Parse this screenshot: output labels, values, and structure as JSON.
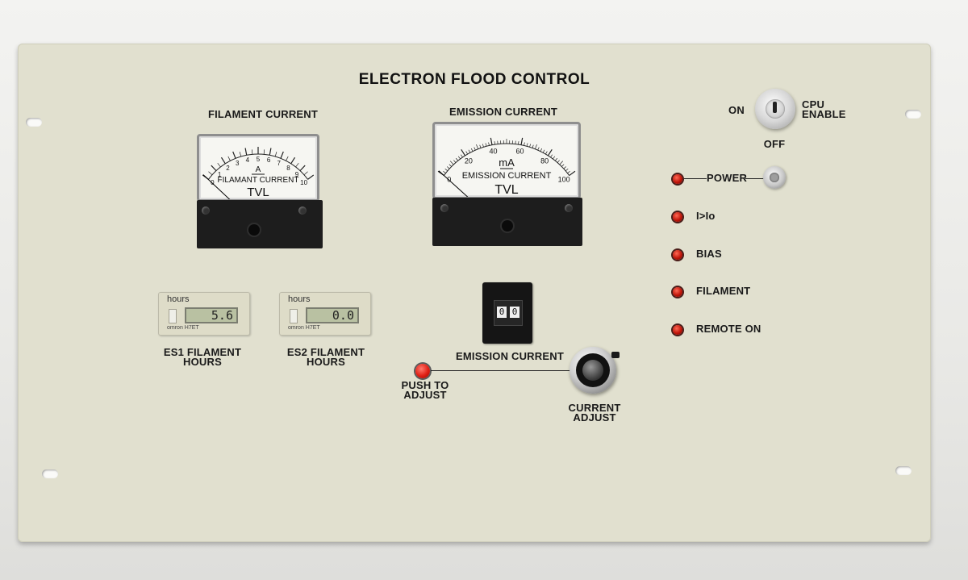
{
  "panel": {
    "title": "ELECTRON FLOOD CONTROL"
  },
  "filament_meter": {
    "label": "FILAMENT CURRENT",
    "unit": "A",
    "face_text": "FILAMANT CURRENT",
    "brand": "TVL",
    "scale": [
      "0",
      "1",
      "2",
      "3",
      "4",
      "5",
      "6",
      "7",
      "8",
      "9",
      "10"
    ],
    "reading_fraction": 0.0
  },
  "emission_meter": {
    "label": "EMISSION CURRENT",
    "unit": "mA",
    "face_text": "EMISSION CURRENT",
    "brand": "TVL",
    "scale": [
      "0",
      "20",
      "40",
      "60",
      "80",
      "100"
    ],
    "reading_fraction": 0.0
  },
  "counters": [
    {
      "unit": "hours",
      "value": "5.6",
      "brand": "omron H7ET",
      "label_line1": "ES1 FILAMENT",
      "label_line2": "HOURS"
    },
    {
      "unit": "hours",
      "value": "0.0",
      "brand": "omron H7ET",
      "label_line1": "ES2 FILAMENT",
      "label_line2": "HOURS"
    }
  ],
  "emission_setpoint": {
    "label": "EMISSION CURRENT",
    "digits": [
      "0",
      "0"
    ]
  },
  "push_to_adjust": {
    "line1": "PUSH TO",
    "line2": "ADJUST"
  },
  "current_adjust": {
    "line1": "CURRENT",
    "line2": "ADJUST"
  },
  "key_switch": {
    "on": "ON",
    "off": "OFF",
    "label_line1": "CPU",
    "label_line2": "ENABLE"
  },
  "indicators": [
    {
      "label": "POWER"
    },
    {
      "label": "I>Io"
    },
    {
      "label": "BIAS"
    },
    {
      "label": "FILAMENT"
    },
    {
      "label": "REMOTE ON"
    }
  ],
  "colors": {
    "panel": "#e1e0cf",
    "lamp": "#c0150a",
    "meter_body": "#1d1d1d"
  }
}
